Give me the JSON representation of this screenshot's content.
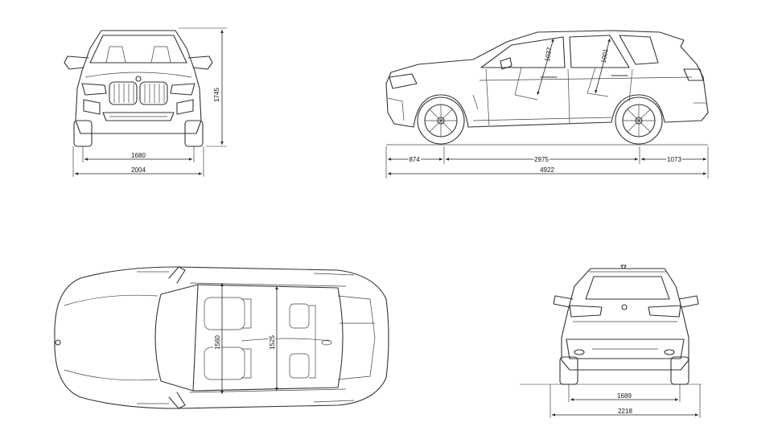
{
  "dimensions": {
    "front_view": {
      "track_front": "1680",
      "overall_width": "2004",
      "height": "1745"
    },
    "side_view": {
      "front_overhang": "874",
      "wheelbase": "2975",
      "rear_overhang": "1073",
      "overall_length": "4922",
      "front_headroom": "1037",
      "rear_headroom": "1001"
    },
    "top_view": {
      "front_shoulder_width": "1560",
      "rear_shoulder_width": "1525"
    },
    "rear_view": {
      "track_rear": "1689",
      "width_with_mirrors": "2218"
    }
  }
}
